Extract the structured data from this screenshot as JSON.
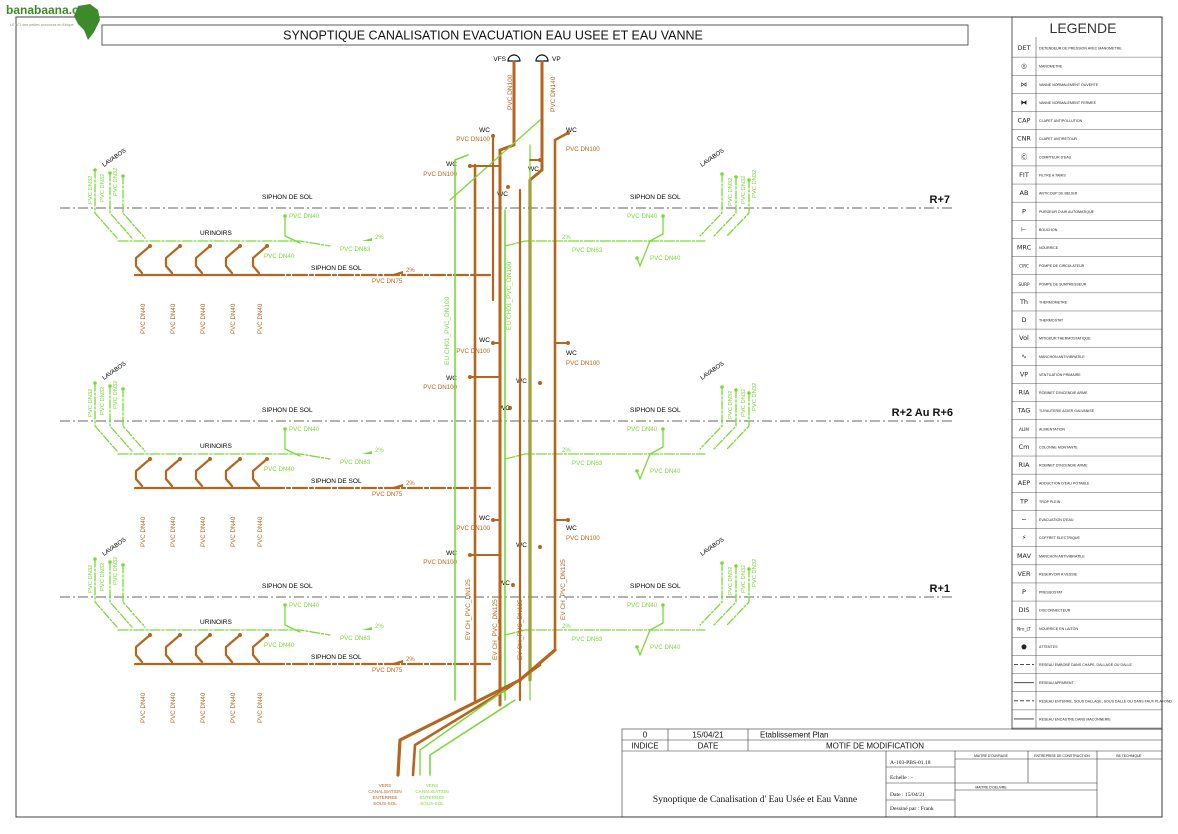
{
  "watermark": {
    "site": "banabaana.com",
    "tagline": "LE N°1 des petites annonces en Afrique"
  },
  "title": "SYNOPTIQUE CANALISATION EVACUATION EAU USEE ET EAU VANNE",
  "colors": {
    "brown": "#b5651d",
    "green": "#7ad93a",
    "dark": "#222222"
  },
  "vents": {
    "vfs": "VFS",
    "vp": "VP",
    "vfs_dn": "PVC DN100",
    "vp_dn": "PVC DN140"
  },
  "floors": [
    {
      "label": "R+7"
    },
    {
      "label": "R+2 Au R+6"
    },
    {
      "label": "R+1"
    }
  ],
  "fixtures": {
    "lavabos": "LAVABOS",
    "urinoirs": "URINOIRS",
    "siphon": "SIPHON DE SOL",
    "wc": "WC",
    "pvc32": "PVC DN32",
    "pvc40": "PVC DN40",
    "pvc63": "PVC DN63",
    "pvc75": "PVC DN75",
    "pvc100": "PVC DN100",
    "slope": "2%"
  },
  "columns": {
    "eu1": "EU CH01_PVC_DN100",
    "eu2": "EU CH01_PVC_DN100",
    "ev1": "EV CH_PVC_DN125",
    "ev2": "EV CH_PVC_DN125",
    "ev3": "EV CH_PVC_DN125",
    "ev4": "EV CH_PVC_DN125"
  },
  "outlets": {
    "brown": [
      "VERS",
      "CANALISATION",
      "ENTERREE",
      "SOUS-SOL"
    ],
    "green": [
      "VERS",
      "CANALISATION",
      "ENTERREE",
      "SOUS-SOL"
    ]
  },
  "legend": {
    "title": "LEGENDE",
    "items": [
      {
        "sym": "DET",
        "text": "DETENDEUR DE PRESSION AVEC MANOMETRE"
      },
      {
        "sym": "◎",
        "text": "MANOMETRE"
      },
      {
        "sym": "⋈",
        "text": "VANNE NORMALEMENT OUVERTE"
      },
      {
        "sym": "⧓",
        "text": "VANNE NORMALEMENT FERMEE"
      },
      {
        "sym": "CAP",
        "text": "CLAPET ANTIPOLLUTION"
      },
      {
        "sym": "CNR",
        "text": "CLAPET ANTIRETOUR"
      },
      {
        "sym": "Ⓒ",
        "text": "COMPTEUR D'EAU"
      },
      {
        "sym": "FIT",
        "text": "FILTRE A TAMIS"
      },
      {
        "sym": "AB",
        "text": "ANTICOUP DE BELIER"
      },
      {
        "sym": "P",
        "text": "PURGEUR D'AIR AUTOMATIQUE"
      },
      {
        "sym": "⊢",
        "text": "BOUCHON"
      },
      {
        "sym": "MRC",
        "text": "NOURRICE"
      },
      {
        "sym": "CIRC",
        "text": "POMPE DE CIRCULATEUR"
      },
      {
        "sym": "SURP",
        "text": "POMPE DE SURPRESSEUR"
      },
      {
        "sym": "Th",
        "text": "THERMOMETRE"
      },
      {
        "sym": "D",
        "text": "THERMOSTAT"
      },
      {
        "sym": "Vol",
        "text": "MITIGEUR THERMOSTATIQUE"
      },
      {
        "sym": "∿",
        "text": "MANCHON ANTIVIBRATILE"
      },
      {
        "sym": "VP",
        "text": "VENTILATION PRIMAIRE"
      },
      {
        "sym": "RIA",
        "text": "ROBINET D'INCENDIE ARME"
      },
      {
        "sym": "TAG",
        "text": "TUYAUTERIE ACIER GALVANISE"
      },
      {
        "sym": "ALIM",
        "text": "ALIMENTATION"
      },
      {
        "sym": "Cm",
        "text": "COLONNE MONTANTE"
      },
      {
        "sym": "RIA",
        "text": "ROBINET D'INCENDIE ARME"
      },
      {
        "sym": "AEP",
        "text": "ADDUCTION D'EAU POTABLE"
      },
      {
        "sym": "TP",
        "text": "TROP PLEIN"
      },
      {
        "sym": "~",
        "text": "EVACUATION D'EAU"
      },
      {
        "sym": "⚡",
        "text": "COFFRET ELECTRIQUE"
      },
      {
        "sym": "MAV",
        "text": "MANCHON ANTIVIBRATILE"
      },
      {
        "sym": "VER",
        "text": "RESERVOIR A VESSIE"
      },
      {
        "sym": "P",
        "text": "PRESSOSTAT"
      },
      {
        "sym": "DIS",
        "text": "DISCONNECTEUR"
      },
      {
        "sym": "Nro_LT",
        "text": "NOURRICE EN LAITON"
      },
      {
        "sym": "●",
        "text": "ATTENTES"
      },
      {
        "sym": "",
        "text": "RESEAU EMBOBE DANS CHAPE, DALLAGE OU DALLE"
      },
      {
        "sym": "",
        "text": "RESEAU APPARENT"
      },
      {
        "sym": "",
        "text": "RESEAU ENTERRE, SOUS DALLAGE, SOUS DALLE OU DANS FAUX PLAFOND"
      },
      {
        "sym": "",
        "text": "RESEAU ENCASTRE DANS MACONNERIE"
      }
    ]
  },
  "titleblock": {
    "rev_index": "0",
    "rev_date": "15/04/21",
    "rev_motif": "Etablissement Plan",
    "h_index": "INDICE",
    "h_date": "DATE",
    "h_motif": "MOTIF DE MODIFICATION",
    "drawing_title": "Synoptique de Canalisation d' Eau Usée et Eau Vanne",
    "ref": "A-103-PBS-01.18",
    "scale": "Echelle : -",
    "date": "Date :  15/04/21",
    "drawn": "Dessiné par : Frank",
    "h1": "MAITRE D'OUVRAGE",
    "h2": "ENTREPRISE DE CONSTRUCTION",
    "h3": "BE TECHNIQUE",
    "h4": "MAITRE D'OEUVRE"
  }
}
